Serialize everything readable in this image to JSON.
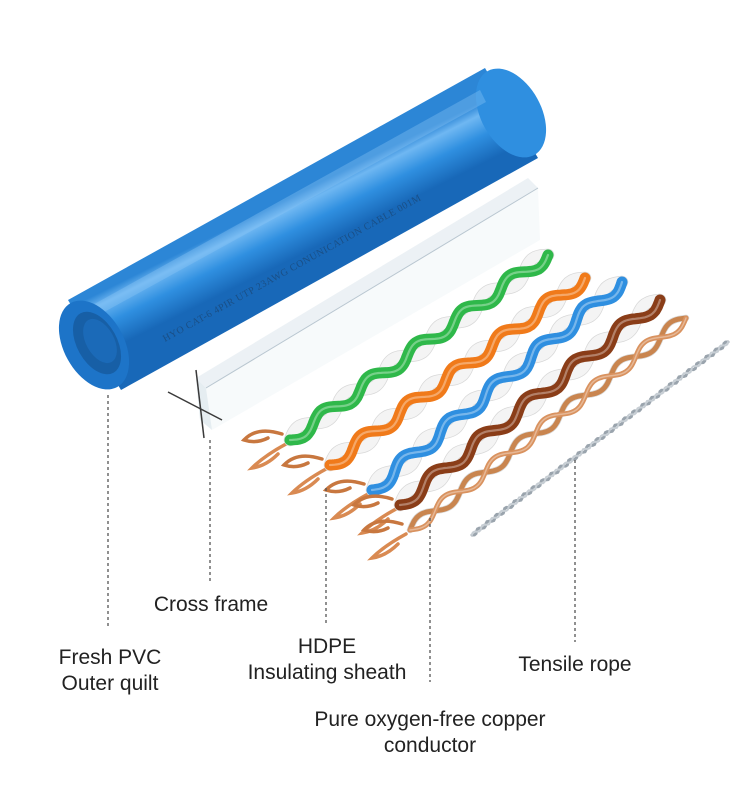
{
  "pipe": {
    "print_text": "HYO  CAT-6  4PIR  UTP  23AWG  CONUNICATION CABLE  001M"
  },
  "labels": {
    "outer_sheath": [
      "Fresh PVC",
      "Outer quilt"
    ],
    "cross_frame": [
      "Cross frame"
    ],
    "insulation": [
      "HDPE",
      "Insulating sheath"
    ],
    "conductor": [
      "Pure oxygen-free copper",
      "conductor"
    ],
    "tensile_rope": [
      "Tensile rope"
    ]
  },
  "colors": {
    "sheath_blue": "#2f8fe0",
    "green_pair": "#2fb84a",
    "orange_pair": "#f07a1a",
    "blue_pair": "#2f8fe0",
    "brown_pair": "#8a3d18",
    "copper": "#d9925f",
    "rope": "#9aa4ad"
  }
}
